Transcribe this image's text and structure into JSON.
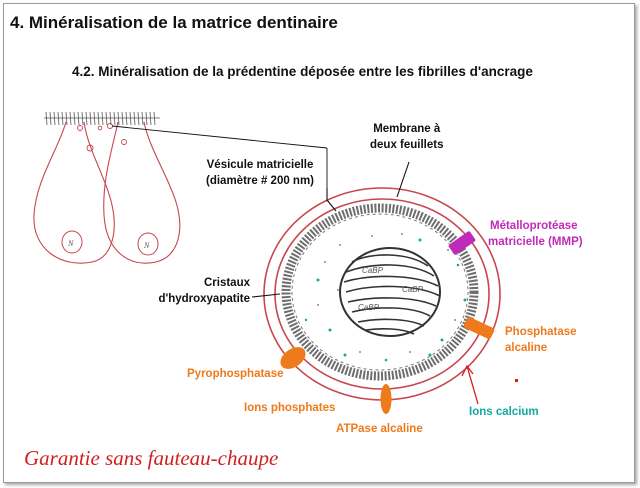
{
  "title": "4. Minéralisation de la matrice dentinaire",
  "subtitle": "4.2. Minéralisation de la prédentine déposée entre les fibrilles d'ancrage",
  "labels": {
    "membrane_line1": "Membrane à",
    "membrane_line2": "deux feuillets",
    "vesicule_line1": "Vésicule matricielle",
    "vesicule_line2": "(diamètre # 200 nm)",
    "mmp_line1": "Métalloprotéase",
    "mmp_line2": "matricielle (MMP)",
    "cristaux_line1": "Cristaux",
    "cristaux_line2": "d'hydroxyapatite",
    "phosphatase_line1": "Phosphatase",
    "phosphatase_line2": "alcaline",
    "pyrophosphatase": "Pyrophosphatase",
    "ions_phosphates": "Ions phosphates",
    "ions_calcium": "Ions calcium",
    "atpase": "ATPase alcaline"
  },
  "inner_labels": [
    "CaBP",
    "CaBP",
    "CaBP"
  ],
  "nucleus_mark": "N",
  "signature": "Garantie sans fauteau-chaupe",
  "colors": {
    "cell_outline": "#c8464e",
    "membrane": "#c8464e",
    "orange": "#ee7a1c",
    "magenta": "#c02ab8",
    "teal": "#12a9a3",
    "signature": "#d01f1f"
  }
}
